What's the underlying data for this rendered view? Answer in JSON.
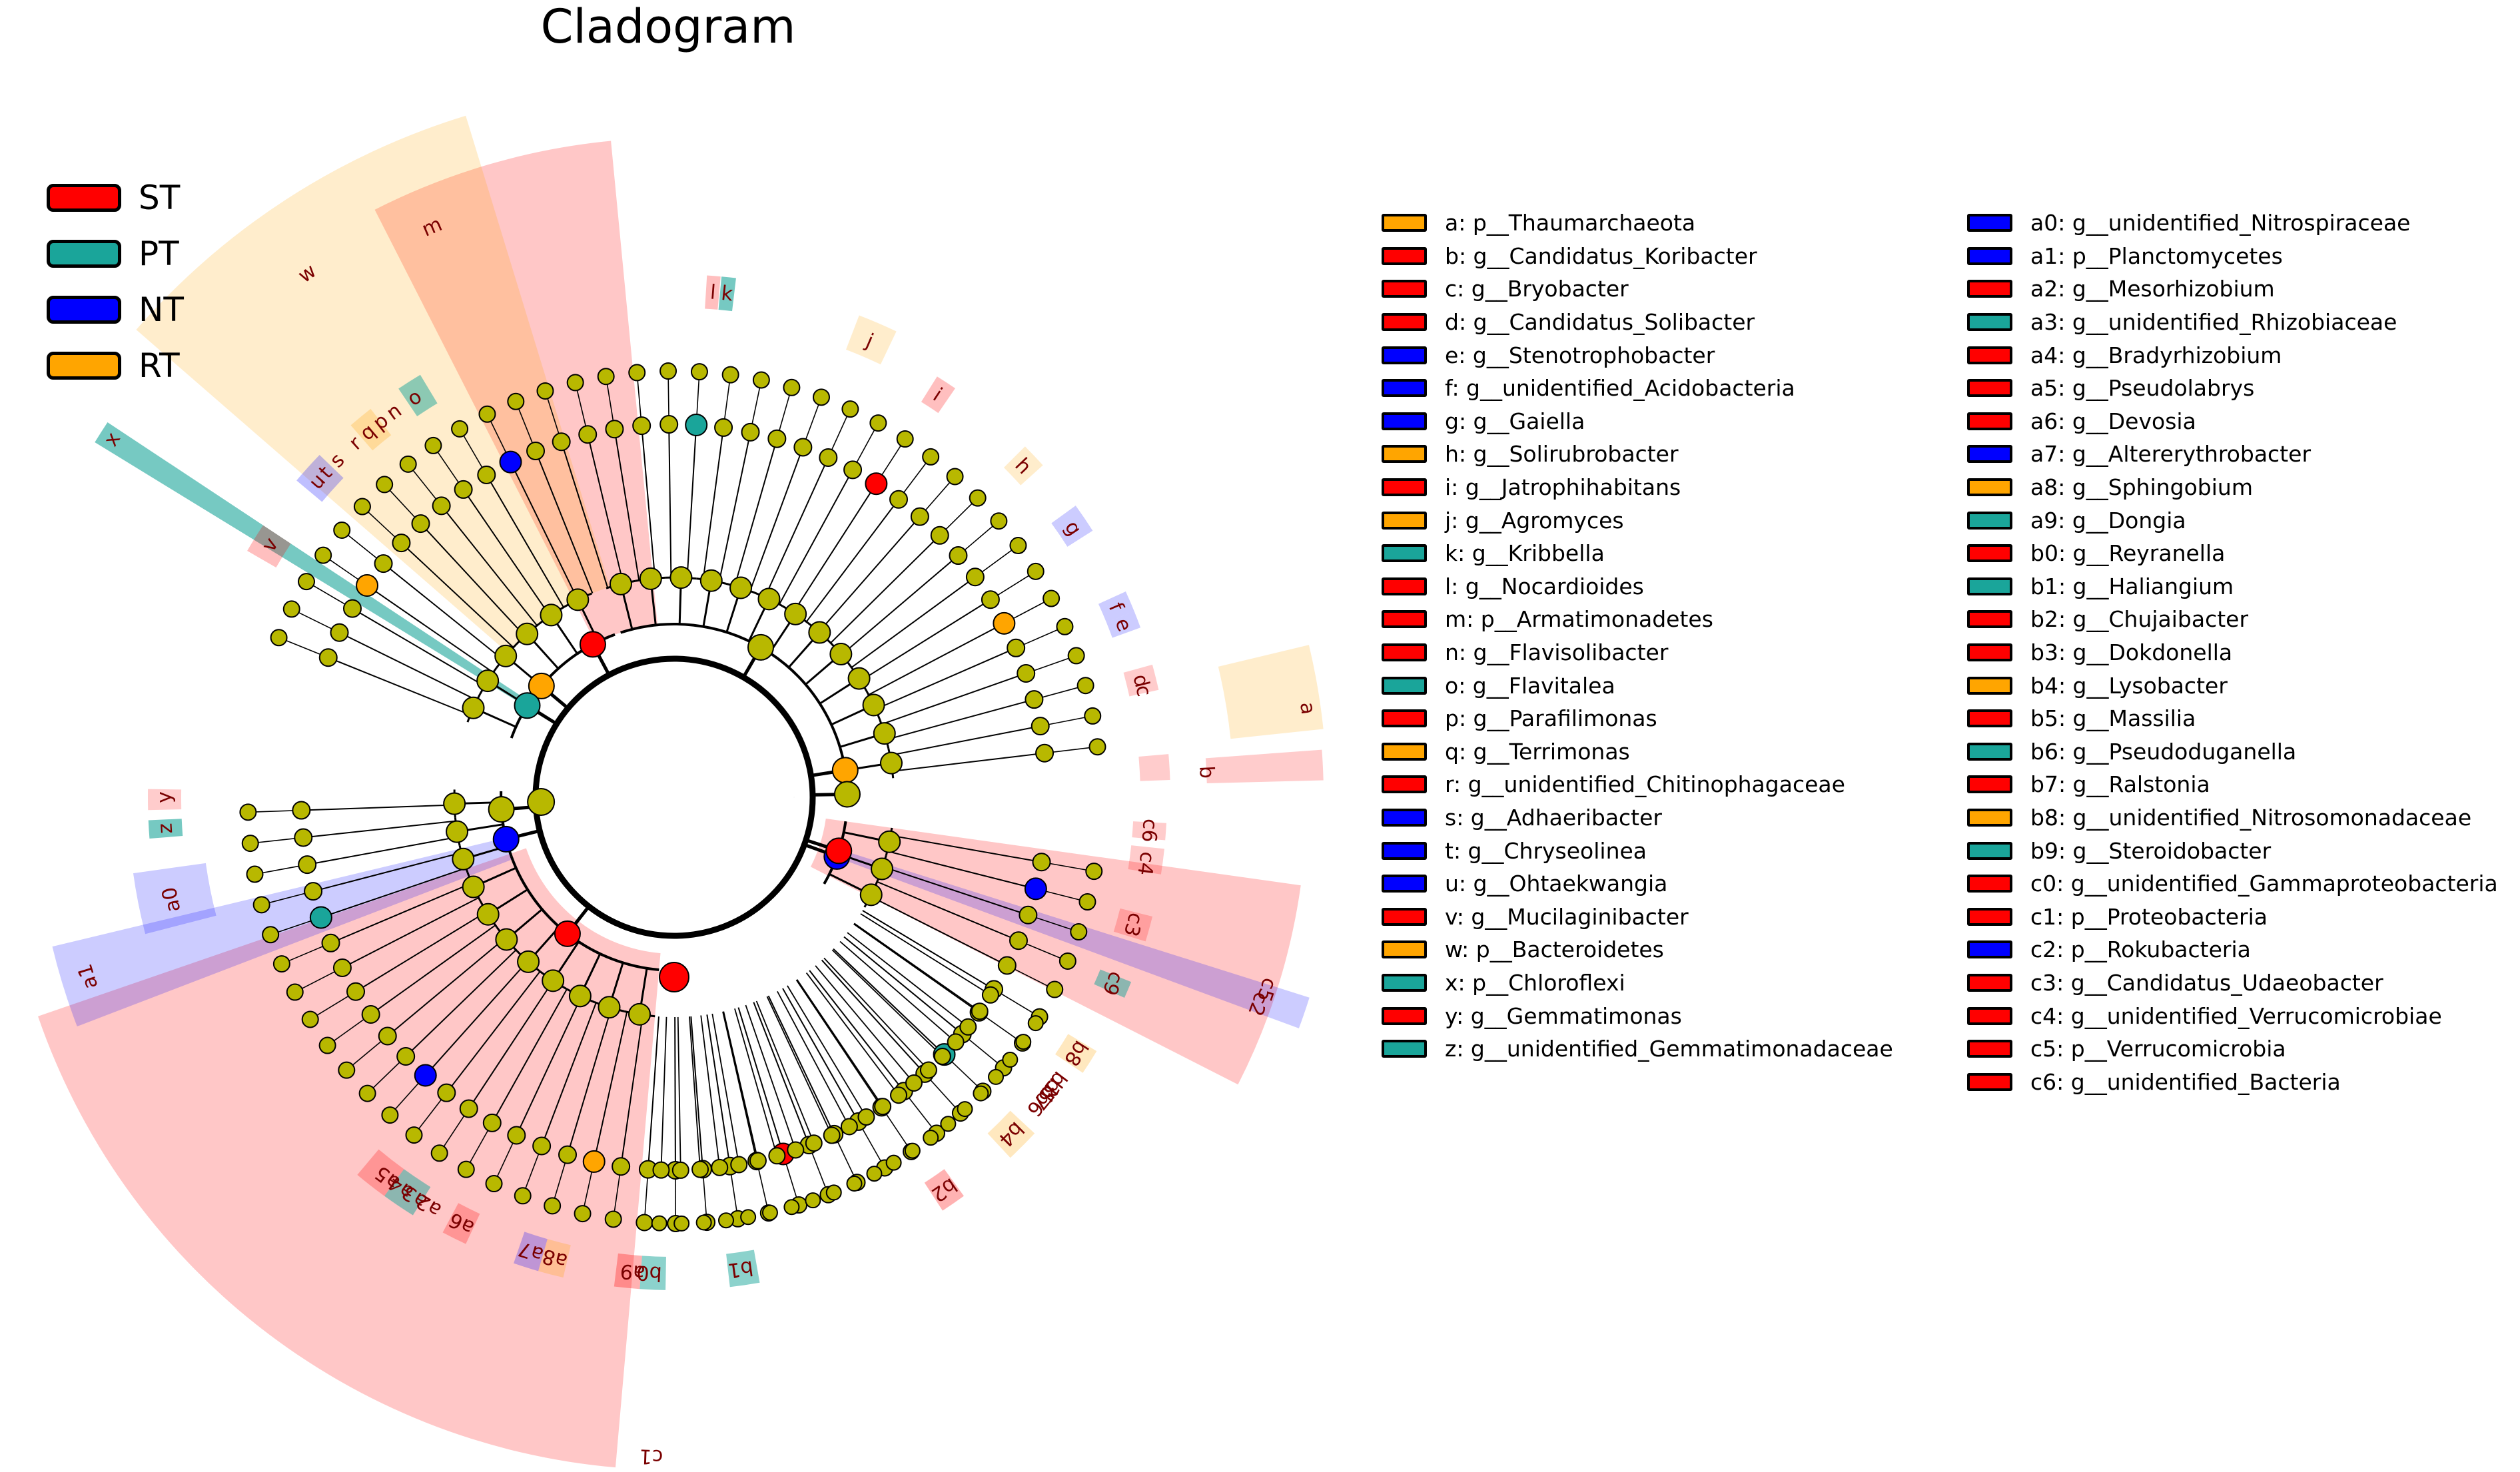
{
  "title": "Cladogram",
  "colors": {
    "ST": "#ff0000",
    "PT": "#1aa59a",
    "NT": "#0000ff",
    "RT": "#ffa500",
    "node": "#b8b800"
  },
  "groups": [
    {
      "name": "ST",
      "color": "#ff0000"
    },
    {
      "name": "PT",
      "color": "#1aa59a"
    },
    {
      "name": "NT",
      "color": "#0000ff"
    },
    {
      "name": "RT",
      "color": "#ffa500"
    }
  ],
  "legend_col1": [
    {
      "label": "a: p__Thaumarchaeota",
      "group": "RT"
    },
    {
      "label": "b: g__Candidatus_Koribacter",
      "group": "ST"
    },
    {
      "label": "c: g__Bryobacter",
      "group": "ST"
    },
    {
      "label": "d: g__Candidatus_Solibacter",
      "group": "ST"
    },
    {
      "label": "e: g__Stenotrophobacter",
      "group": "NT"
    },
    {
      "label": "f: g__unidentified_Acidobacteria",
      "group": "NT"
    },
    {
      "label": "g: g__Gaiella",
      "group": "NT"
    },
    {
      "label": "h: g__Solirubrobacter",
      "group": "RT"
    },
    {
      "label": "i: g__Jatrophihabitans",
      "group": "ST"
    },
    {
      "label": "j: g__Agromyces",
      "group": "RT"
    },
    {
      "label": "k: g__Kribbella",
      "group": "PT"
    },
    {
      "label": "l: g__Nocardioides",
      "group": "ST"
    },
    {
      "label": "m: p__Armatimonadetes",
      "group": "ST"
    },
    {
      "label": "n: g__Flavisolibacter",
      "group": "ST"
    },
    {
      "label": "o: g__Flavitalea",
      "group": "PT"
    },
    {
      "label": "p: g__Parafilimonas",
      "group": "ST"
    },
    {
      "label": "q: g__Terrimonas",
      "group": "RT"
    },
    {
      "label": "r: g__unidentified_Chitinophagaceae",
      "group": "ST"
    },
    {
      "label": "s: g__Adhaeribacter",
      "group": "NT"
    },
    {
      "label": "t: g__Chryseolinea",
      "group": "NT"
    },
    {
      "label": "u: g__Ohtaekwangia",
      "group": "NT"
    },
    {
      "label": "v: g__Mucilaginibacter",
      "group": "ST"
    },
    {
      "label": "w: p__Bacteroidetes",
      "group": "RT"
    },
    {
      "label": "x: p__Chloroflexi",
      "group": "PT"
    },
    {
      "label": "y: g__Gemmatimonas",
      "group": "ST"
    },
    {
      "label": "z: g__unidentified_Gemmatimonadaceae",
      "group": "PT"
    }
  ],
  "legend_col2": [
    {
      "label": "a0: g__unidentified_Nitrospiraceae",
      "group": "NT"
    },
    {
      "label": "a1: p__Planctomycetes",
      "group": "NT"
    },
    {
      "label": "a2: g__Mesorhizobium",
      "group": "ST"
    },
    {
      "label": "a3: g__unidentified_Rhizobiaceae",
      "group": "PT"
    },
    {
      "label": "a4: g__Bradyrhizobium",
      "group": "ST"
    },
    {
      "label": "a5: g__Pseudolabrys",
      "group": "ST"
    },
    {
      "label": "a6: g__Devosia",
      "group": "ST"
    },
    {
      "label": "a7: g__Altererythrobacter",
      "group": "NT"
    },
    {
      "label": "a8: g__Sphingobium",
      "group": "RT"
    },
    {
      "label": "a9: g__Dongia",
      "group": "PT"
    },
    {
      "label": "b0: g__Reyranella",
      "group": "ST"
    },
    {
      "label": "b1: g__Haliangium",
      "group": "PT"
    },
    {
      "label": "b2: g__Chujaibacter",
      "group": "ST"
    },
    {
      "label": "b3: g__Dokdonella",
      "group": "ST"
    },
    {
      "label": "b4: g__Lysobacter",
      "group": "RT"
    },
    {
      "label": "b5: g__Massilia",
      "group": "ST"
    },
    {
      "label": "b6: g__Pseudoduganella",
      "group": "PT"
    },
    {
      "label": "b7: g__Ralstonia",
      "group": "ST"
    },
    {
      "label": "b8: g__unidentified_Nitrosomonadaceae",
      "group": "RT"
    },
    {
      "label": "b9: g__Steroidobacter",
      "group": "PT"
    },
    {
      "label": "c0: g__unidentified_Gammaproteobacteria",
      "group": "ST"
    },
    {
      "label": "c1: p__Proteobacteria",
      "group": "ST"
    },
    {
      "label": "c2: p__Rokubacteria",
      "group": "NT"
    },
    {
      "label": "c3: g__Candidatus_Udaeobacter",
      "group": "ST"
    },
    {
      "label": "c4: g__unidentified_Verrucomicrobiae",
      "group": "ST"
    },
    {
      "label": "c5: p__Verrucomicrobia",
      "group": "ST"
    },
    {
      "label": "c6: g__unidentified_Bacteria",
      "group": "ST"
    }
  ],
  "clade_labels": [
    "a",
    "b",
    "c6",
    "c4",
    "c5",
    "c3",
    "c9",
    "c2",
    "b8",
    "b4",
    "b2",
    "b1",
    "b0",
    "a9",
    "a8",
    "a7",
    "a6",
    "a2",
    "a3",
    "a4",
    "a5",
    "c1",
    "a1",
    "a0",
    "z",
    "y",
    "x",
    "v",
    "u",
    "t",
    "s",
    "r",
    "q",
    "p",
    "o",
    "n",
    "w",
    "m",
    "l",
    "k",
    "j",
    "i",
    "h",
    "g",
    "f",
    "e",
    "d",
    "c",
    "b6",
    "b5",
    "b3",
    "b7"
  ]
}
